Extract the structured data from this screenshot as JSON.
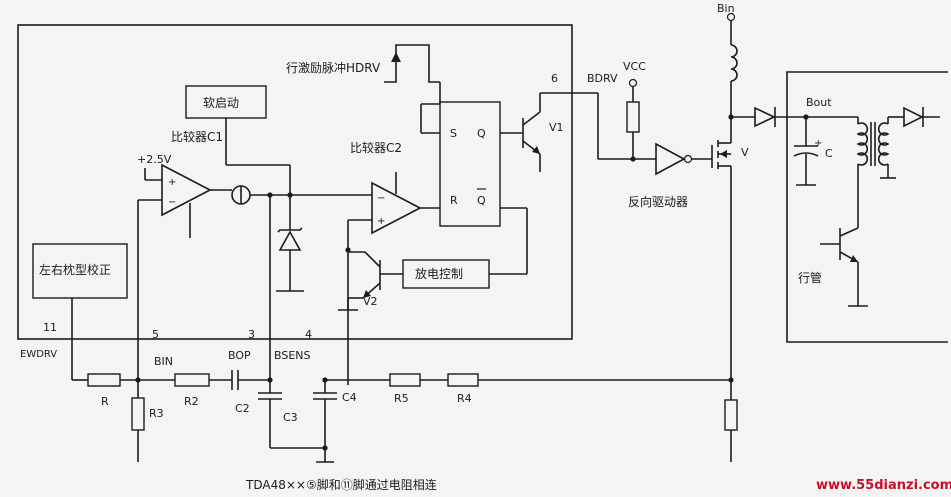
{
  "labels": {
    "bin_top": "Bin",
    "hdrv": "行激励脉冲HDRV",
    "pin6": "6",
    "bdrv": "BDRV",
    "vcc": "VCC",
    "bout": "Bout",
    "soft_start": "软启动",
    "comp1": "比较器C1",
    "comp2": "比较器C2",
    "v1": "V1",
    "v2": "V2",
    "v": "V",
    "plus_2v5": "+2.5V",
    "s": "S",
    "q": "Q",
    "r": "R",
    "qbar": "Q",
    "inv_driver": "反向驱动器",
    "cap_c": "C",
    "hout": "行管",
    "ew_correction": "左右枕型校正",
    "discharge": "放电控制",
    "pin11": "11",
    "pin5": "5",
    "pin3": "3",
    "pin4": "4",
    "ewdrv": "EWDRV",
    "bin": "BIN",
    "bop": "BOP",
    "bsens": "BSENS",
    "R": "R",
    "R2": "R2",
    "R3": "R3",
    "C2": "C2",
    "C3": "C3",
    "C4": "C4",
    "R4": "R4",
    "R5": "R5",
    "plus_sign": "+",
    "minus_sign": "−",
    "cap_plus": "+",
    "caption": "TDA48××⑤脚和⑪脚通过电阻相连",
    "watermark": "www.55dianzi.com"
  }
}
